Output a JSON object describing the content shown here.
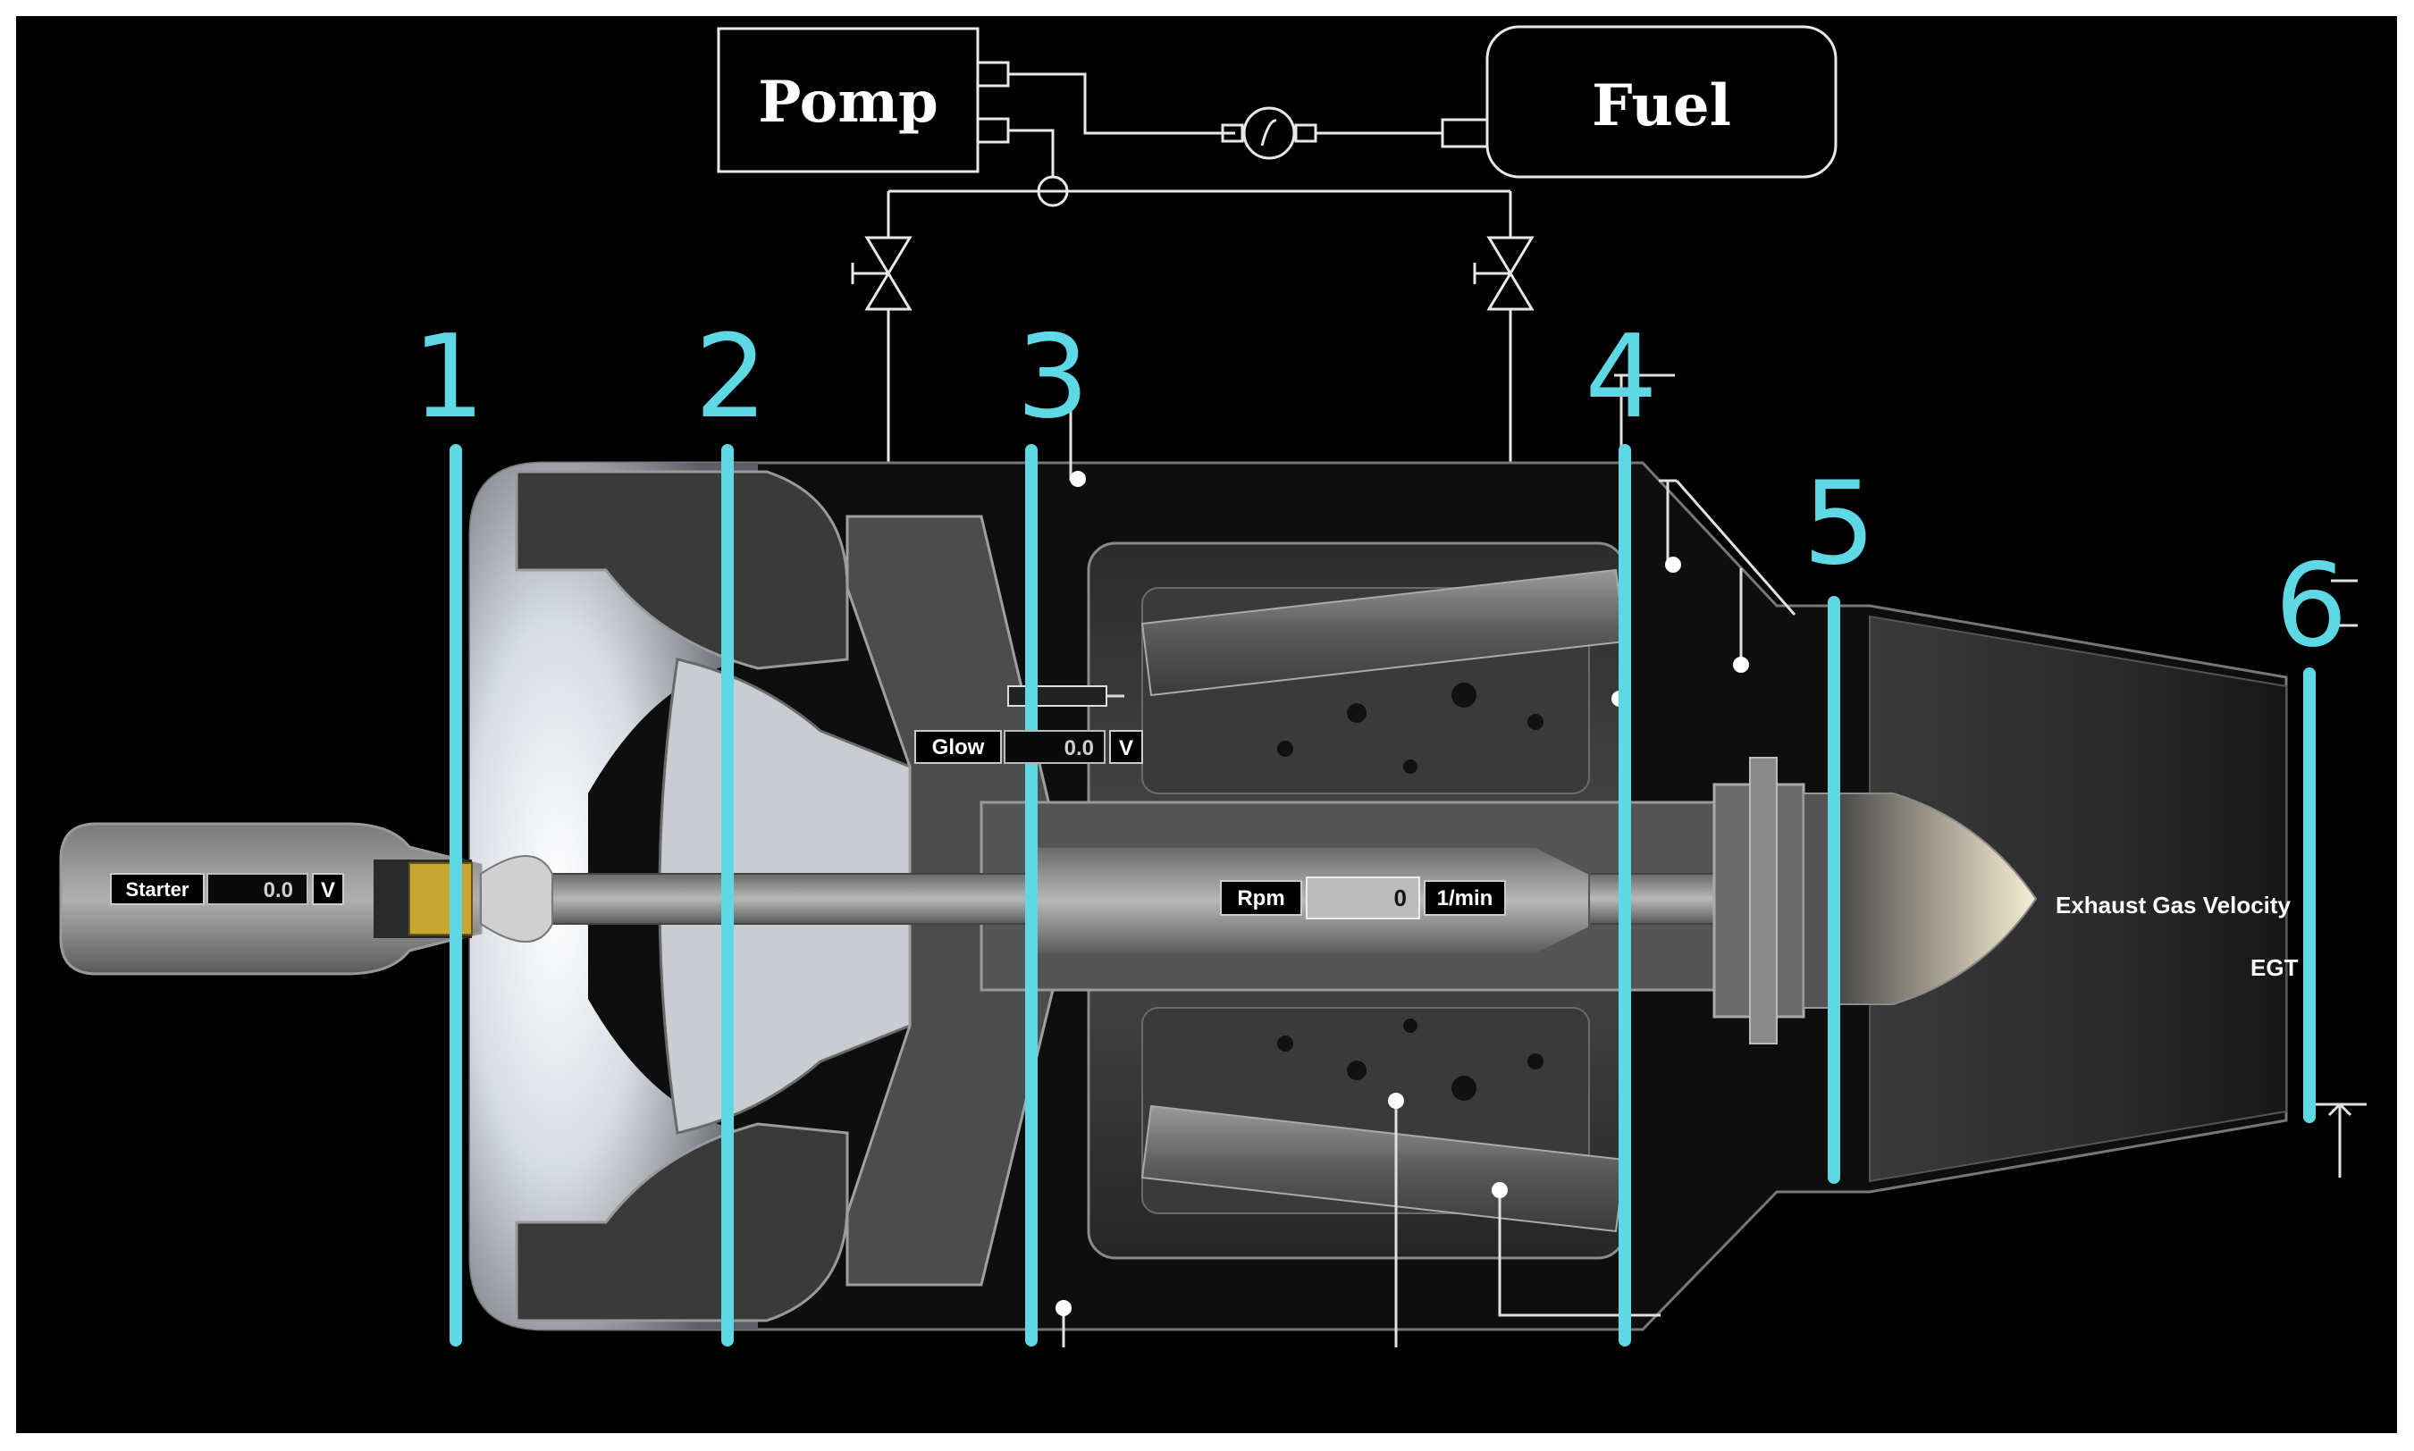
{
  "components": {
    "pump": "Pomp",
    "fuel": "Fuel"
  },
  "stations": [
    "1",
    "2",
    "3",
    "4",
    "5",
    "6"
  ],
  "readouts": {
    "starter": {
      "label": "Starter",
      "value": "0.0",
      "unit": "V"
    },
    "glow": {
      "label": "Glow",
      "value": "0.0",
      "unit": "V"
    },
    "rpm": {
      "label": "Rpm",
      "value": "0",
      "unit": "1/min"
    }
  },
  "annotations": {
    "exhaust_velocity": "Exhaust Gas Velocity",
    "egt": "EGT"
  },
  "colors": {
    "background": "#000000",
    "station_line": "#5fd8e6",
    "pipe": "#e8e8e8",
    "body": "#8a8a8a"
  }
}
